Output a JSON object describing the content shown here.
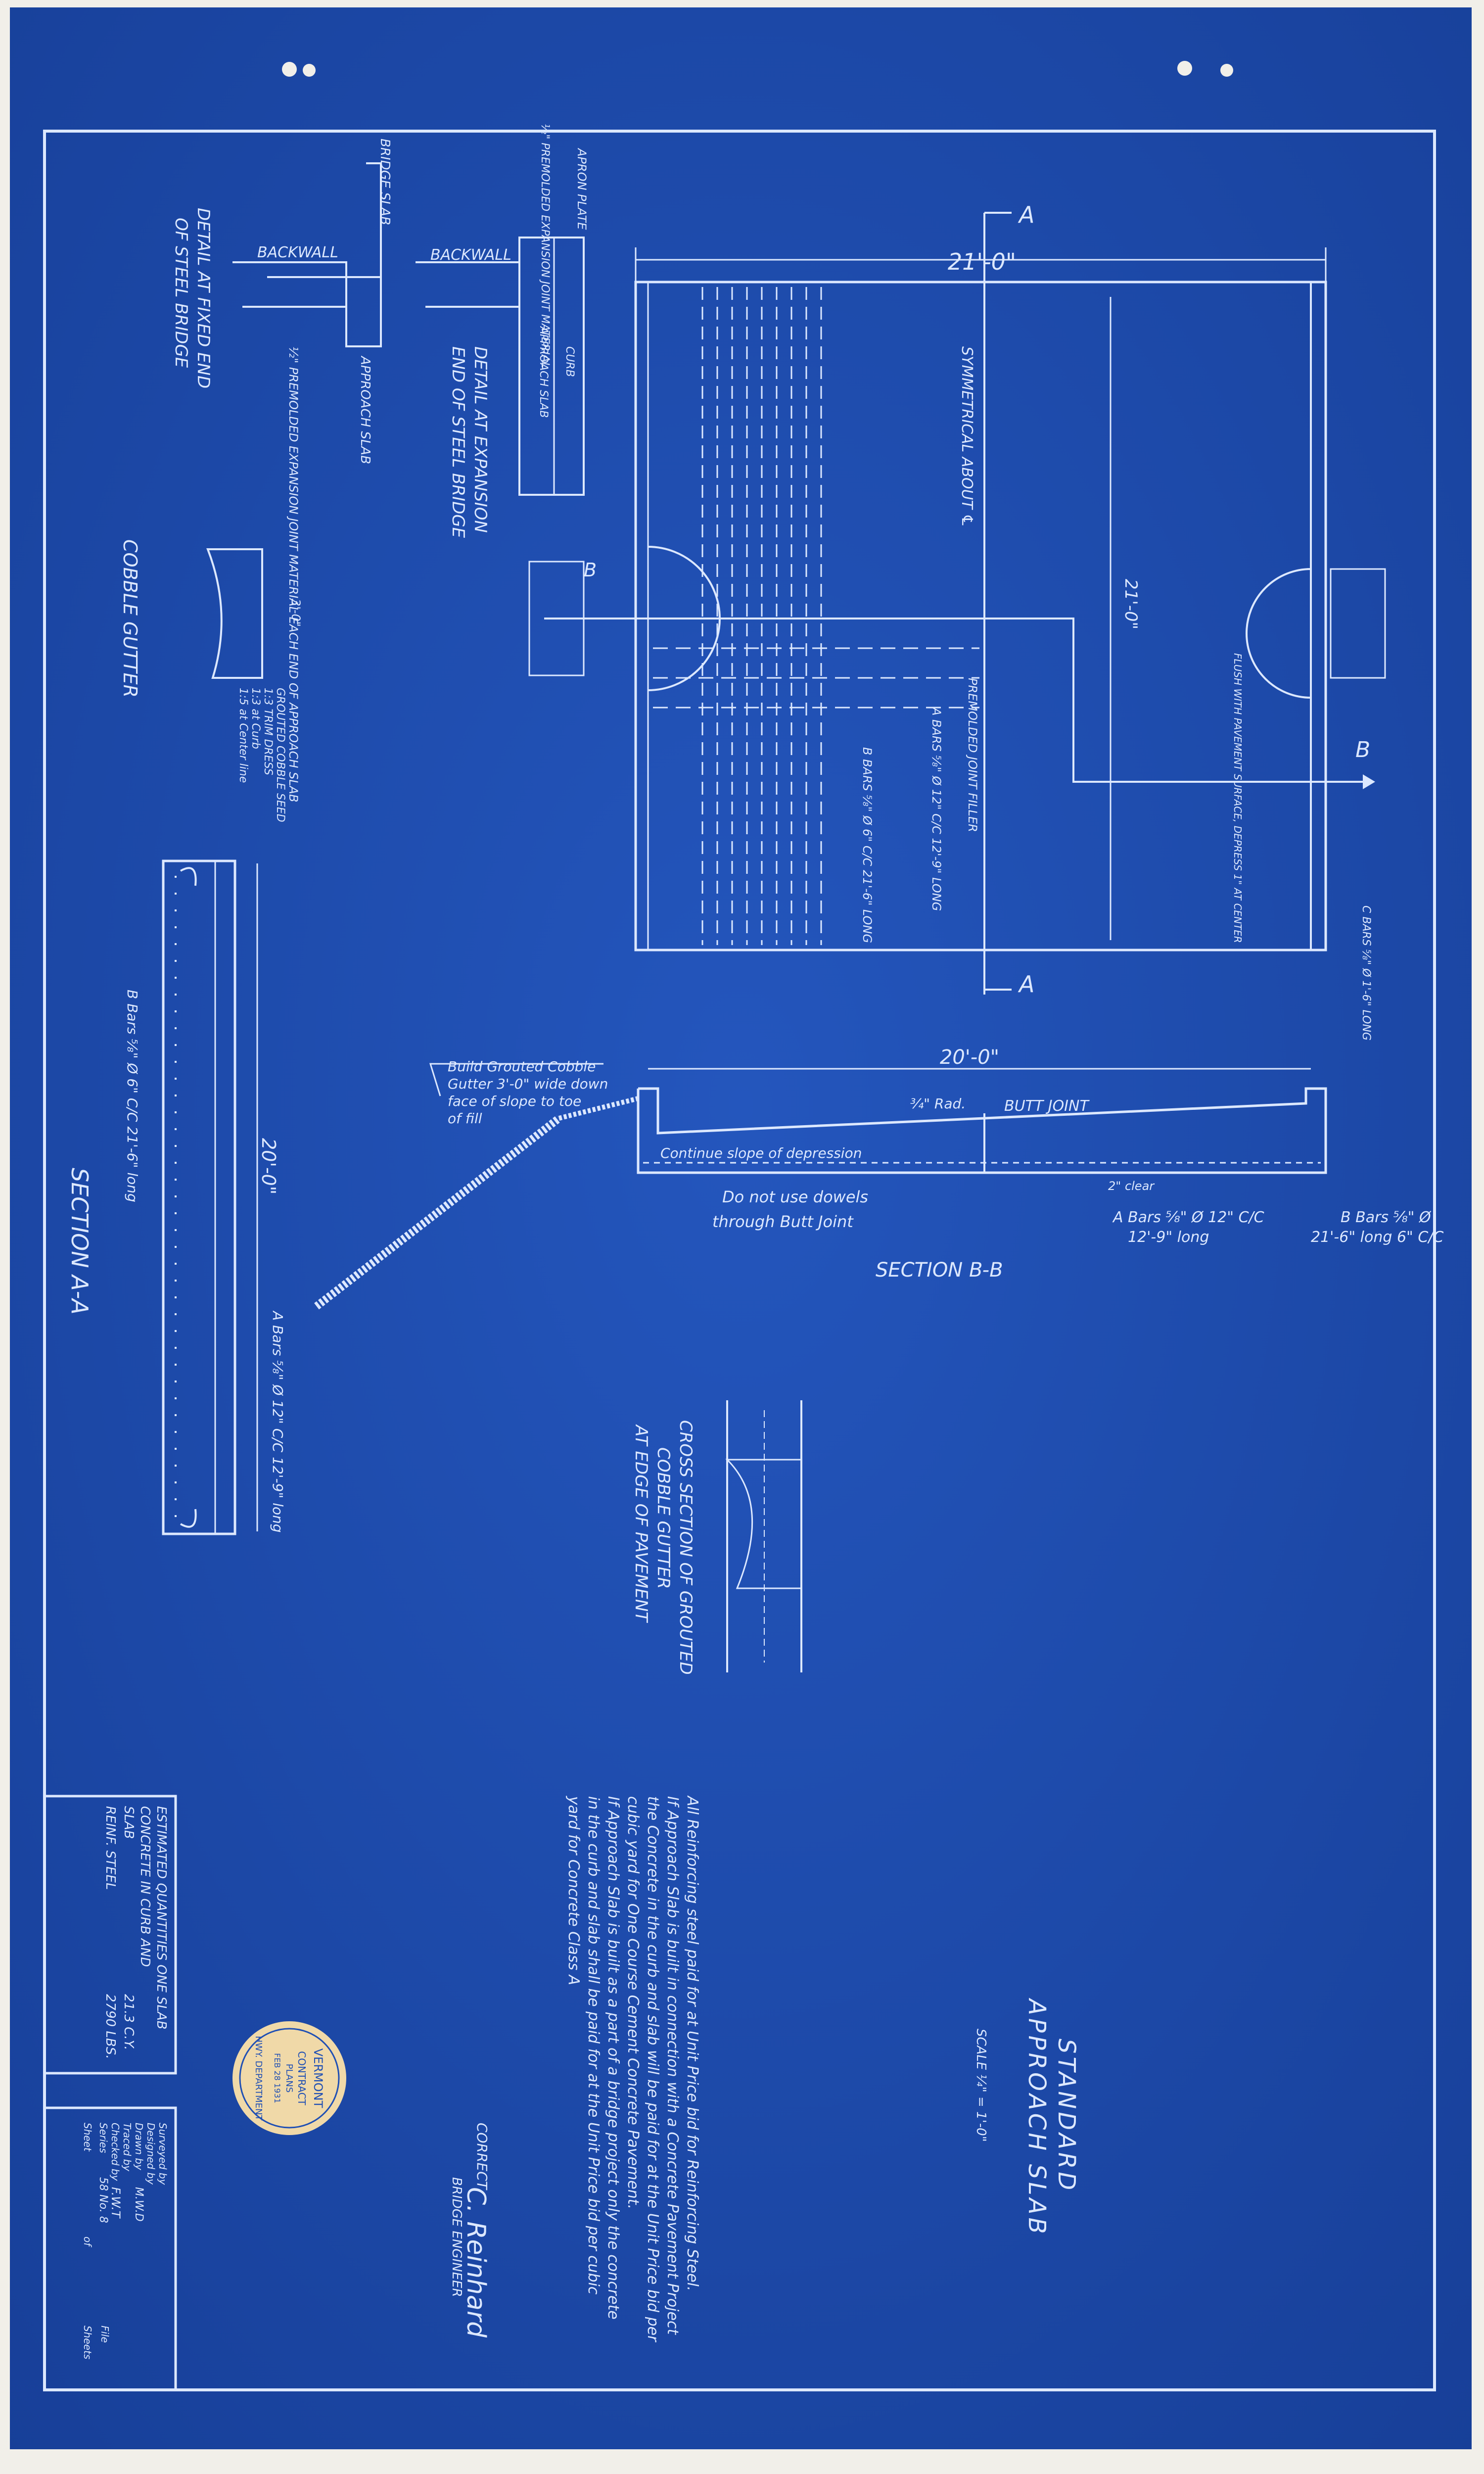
{
  "sheet": {
    "colors": {
      "paper": "#1f4fb4",
      "paper_dark": "#173f98",
      "ink": "#dce8ff",
      "margin": "#f1efe9",
      "seal": "#f0d9a8",
      "seal_ink": "#1f4fb4"
    }
  },
  "title_block": {
    "title_line1": "STANDARD",
    "title_line2": "APPROACH SLAB",
    "scale": "SCALE ¼\" = 1'-0\"",
    "approval_label": "CORRECT",
    "signature": "C. Reinhard",
    "engineer_title": "BRIDGE ENGINEER",
    "credits": [
      {
        "label": "Surveyed by",
        "value": ""
      },
      {
        "label": "Designed by",
        "value": ""
      },
      {
        "label": "Drawn by",
        "value": "M.W.D"
      },
      {
        "label": "Traced by",
        "value": ""
      },
      {
        "label": "Checked by",
        "value": "F.W.T"
      },
      {
        "label": "Series",
        "value": "58   No. 8"
      }
    ],
    "file_label": "File",
    "sheet_label": "Sheet",
    "of_label": "of",
    "sheets_label": "Sheets"
  },
  "seal": {
    "line1": "VERMONT",
    "line2": "CONTRACT",
    "line3": "PLANS",
    "line4": "FEB 28 1931",
    "line5": "HWY. DEPARTMENT"
  },
  "quantities": {
    "heading": "ESTIMATED QUANTITIES  ONE SLAB",
    "subheading": "CONCRETE IN CURB AND",
    "rows": [
      {
        "item": "SLAB",
        "value": "21.3 C.Y."
      },
      {
        "item": "REINF. STEEL",
        "value": "2790 LBS."
      }
    ]
  },
  "notes": [
    "All Reinforcing steel paid for at Unit Price bid for Reinforcing Steel.",
    "If Approach Slab is built in connection with a Concrete Pavement Project",
    "the Concrete in the curb and slab will be paid for at the Unit Price bid per",
    "cubic yard for One Course Cement Concrete Pavement.",
    "If Approach Slab is built as a part of a bridge project only the concrete",
    "in the curb and slab shall be paid for at the Unit Price bid per cubic",
    "yard for Concrete Class A"
  ],
  "plan_view": {
    "width_dim": "21'-0\"",
    "length_dim": "21'-0\"",
    "section_mark_a": "A",
    "section_mark_b": "B",
    "symmetrical_note": "SYMMETRICAL ABOUT ℄",
    "joint_note": "PREMOLDED JOINT FILLER",
    "a_bars_note": "A BARS ⅝\" Ø 12\" C/C 12'-9\" LONG",
    "b_bars_note": "B BARS ⅝\" Ø 6\" C/C 21'-6\" LONG",
    "depression_note": "FLUSH WITH PAVEMENT SURFACE, DEPRESS 1\" AT CENTER",
    "c_bars_note": "C BARS ⅝\" Ø 1'-6\" LONG"
  },
  "section_bb": {
    "title": "SECTION B-B",
    "dim_total": "20'-0\"",
    "rad_label": "¾\" Rad.",
    "butt_joint": "BUTT JOINT",
    "slope_note": "Continue slope of depression",
    "dowel_note_1": "Do not use dowels",
    "dowel_note_2": "through Butt Joint",
    "a_bars": "A Bars ⅝\" Ø 12\" C/C",
    "a_bars_len": "12'-9\" long",
    "b_bars": "B Bars ⅝\" Ø",
    "b_bars_len": "21'-6\" long 6\" C/C",
    "clear": "2\" clear",
    "gutter_note_1": "Build Grouted Cobble",
    "gutter_note_2": "Gutter 3'-0\" wide down",
    "gutter_note_3": "face of slope to toe",
    "gutter_note_4": "of fill"
  },
  "section_aa": {
    "title": "SECTION A-A",
    "dim": "20'-0\"",
    "b_bars": "B Bars ⅝\" Ø 6\" C/C 21'-6\" long",
    "a_bars": "A Bars ⅝\" Ø 12\" C/C 12'-9\" long"
  },
  "details": {
    "expansion_title_1": "DETAIL AT EXPANSION",
    "expansion_title_2": "END OF STEEL BRIDGE",
    "fixed_title_1": "DETAIL AT FIXED END",
    "fixed_title_2": "OF STEEL BRIDGE",
    "backwall": "BACKWALL",
    "bridge_slab": "BRIDGE SLAB",
    "approach_slab": "APPROACH SLAB",
    "apron_plate": "APRON PLATE",
    "curb": "CURB",
    "premolded_joint": "½\" PREMOLDED EXPANSION JOINT MATERIAL",
    "joint_each_end": "½\" PREMOLDED EXPANSION JOINT MATERIAL EACH END OF APPROACH SLAB"
  },
  "cobble_gutter": {
    "title": "COBBLE GUTTER",
    "width": "3'-0\"",
    "note_1": "GROUTED COBBLE SEED",
    "note_2": "1:3 TRIM DRESS",
    "note_3": "1:3 at Curb",
    "note_4": "1:5 at Center line"
  },
  "cross_section": {
    "title_1": "CROSS SECTION OF GROUTED",
    "title_2": "COBBLE GUTTER",
    "title_3": "AT EDGE OF PAVEMENT"
  }
}
